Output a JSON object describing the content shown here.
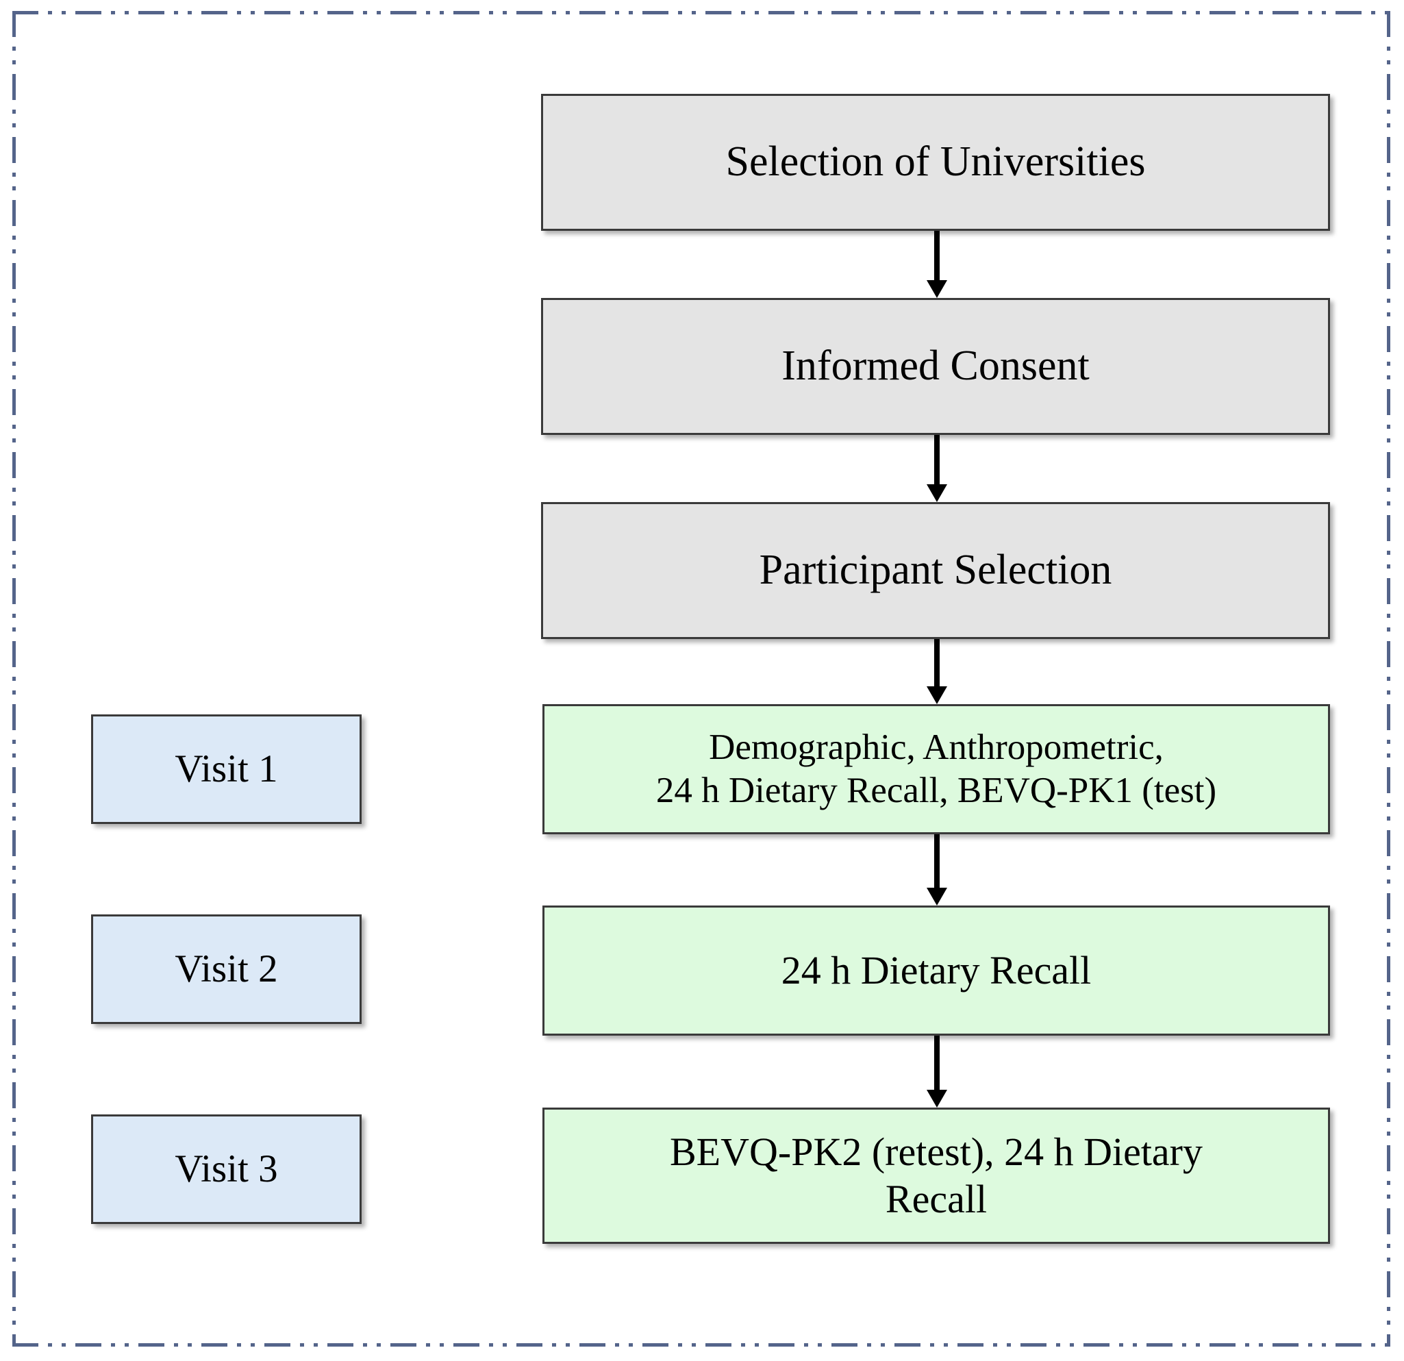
{
  "figure": {
    "type": "study-protocol-flowchart",
    "border_color": "#54648a",
    "colors": {
      "stage_box_fill": "#e4e4e4",
      "visit_activity_fill": "#ddfade",
      "visit_label_fill": "#dce9f7",
      "box_border": "#3a3a3a",
      "arrow": "#000000",
      "text": "#000000"
    }
  },
  "flow": {
    "nodes": [
      {
        "id": "selection-of-universities",
        "label": "Selection of Universities",
        "style": "gray"
      },
      {
        "id": "informed-consent",
        "label": "Informed Consent",
        "style": "gray"
      },
      {
        "id": "participant-selection",
        "label": "Participant Selection",
        "style": "gray"
      },
      {
        "id": "visit-1-activities",
        "label": "Demographic, Anthropometric,\n24 h Dietary Recall, BEVQ-PK1 (test)",
        "style": "green"
      },
      {
        "id": "visit-2-activities",
        "label": "24 h Dietary Recall",
        "style": "green"
      },
      {
        "id": "visit-3-activities",
        "label": "BEVQ-PK2 (retest), 24 h Dietary\nRecall",
        "style": "green"
      }
    ],
    "connectors": [
      {
        "from": "selection-of-universities",
        "to": "informed-consent"
      },
      {
        "from": "informed-consent",
        "to": "participant-selection"
      },
      {
        "from": "participant-selection",
        "to": "visit-1-activities"
      },
      {
        "from": "visit-1-activities",
        "to": "visit-2-activities"
      },
      {
        "from": "visit-2-activities",
        "to": "visit-3-activities"
      }
    ]
  },
  "visits": [
    {
      "id": "visit-1",
      "label": "Visit 1"
    },
    {
      "id": "visit-2",
      "label": "Visit 2"
    },
    {
      "id": "visit-3",
      "label": "Visit 3"
    }
  ]
}
